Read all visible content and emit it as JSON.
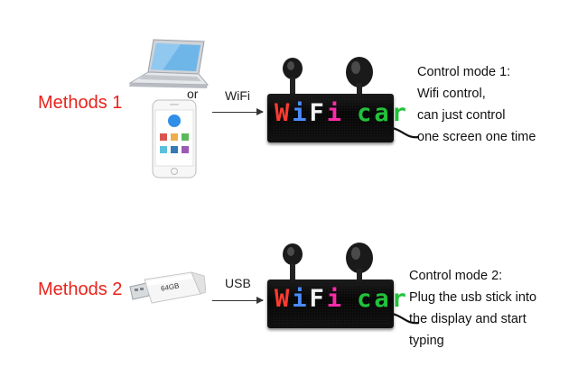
{
  "methods": [
    {
      "label": "Methods 1",
      "or_label": "or",
      "connection_label": "WiFi",
      "display_text": {
        "part1_letters": [
          "W",
          "i",
          "F",
          "i"
        ],
        "part2": "car"
      },
      "description": [
        "Control mode 1:",
        "Wifi control,",
        "can just control",
        "one screen one time"
      ]
    },
    {
      "label": "Methods 2",
      "connection_label": "USB",
      "usb_capacity": "64GB",
      "display_text": {
        "part1_letters": [
          "W",
          "i",
          "F",
          "i"
        ],
        "part2": "car"
      },
      "description": [
        "Control mode 2:",
        "Plug the usb stick into",
        "the display and start",
        "typing"
      ]
    }
  ],
  "colors": {
    "method_label": "#e8231c",
    "led_letters": [
      "#ff3b30",
      "#4a8cff",
      "#f2f2f2",
      "#ff2aa8"
    ],
    "led_green": "#22c23a"
  }
}
